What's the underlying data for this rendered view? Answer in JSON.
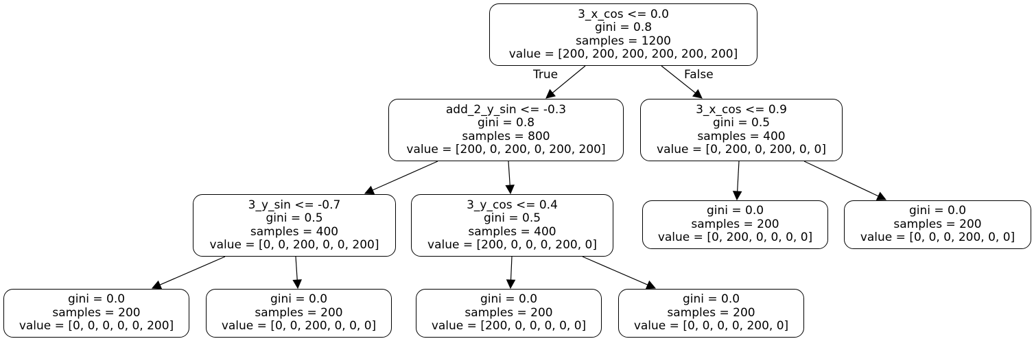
{
  "tree": {
    "nodes": [
      {
        "id": "n0",
        "lines": [
          "3_x_cos <= 0.0",
          "gini = 0.8",
          "samples = 1200",
          "value = [200, 200, 200, 200, 200, 200]"
        ]
      },
      {
        "id": "n1",
        "lines": [
          "add_2_y_sin <= -0.3",
          "gini = 0.8",
          "samples = 800",
          "value = [200, 0, 200, 0, 200, 200]"
        ]
      },
      {
        "id": "n2",
        "lines": [
          "3_x_cos <= 0.9",
          "gini = 0.5",
          "samples = 400",
          "value = [0, 200, 0, 200, 0, 0]"
        ]
      },
      {
        "id": "n3",
        "lines": [
          "3_y_sin <= -0.7",
          "gini = 0.5",
          "samples = 400",
          "value = [0, 0, 200, 0, 0, 200]"
        ]
      },
      {
        "id": "n4",
        "lines": [
          "3_y_cos <= 0.4",
          "gini = 0.5",
          "samples = 400",
          "value = [200, 0, 0, 0, 200, 0]"
        ]
      },
      {
        "id": "n5",
        "lines": [
          "gini = 0.0",
          "samples = 200",
          "value = [0, 200, 0, 0, 0, 0]"
        ]
      },
      {
        "id": "n6",
        "lines": [
          "gini = 0.0",
          "samples = 200",
          "value = [0, 0, 0, 200, 0, 0]"
        ]
      },
      {
        "id": "n7",
        "lines": [
          "gini = 0.0",
          "samples = 200",
          "value = [0, 0, 0, 0, 0, 200]"
        ]
      },
      {
        "id": "n8",
        "lines": [
          "gini = 0.0",
          "samples = 200",
          "value = [0, 0, 200, 0, 0, 0]"
        ]
      },
      {
        "id": "n9",
        "lines": [
          "gini = 0.0",
          "samples = 200",
          "value = [200, 0, 0, 0, 0, 0]"
        ]
      },
      {
        "id": "n10",
        "lines": [
          "gini = 0.0",
          "samples = 200",
          "value = [0, 0, 0, 0, 200, 0]"
        ]
      }
    ],
    "edges": [
      {
        "from": "n0",
        "to": "n1",
        "label": "True"
      },
      {
        "from": "n0",
        "to": "n2",
        "label": "False"
      },
      {
        "from": "n1",
        "to": "n3"
      },
      {
        "from": "n1",
        "to": "n4"
      },
      {
        "from": "n2",
        "to": "n5"
      },
      {
        "from": "n2",
        "to": "n6"
      },
      {
        "from": "n3",
        "to": "n7"
      },
      {
        "from": "n3",
        "to": "n8"
      },
      {
        "from": "n4",
        "to": "n9"
      },
      {
        "from": "n4",
        "to": "n10"
      }
    ]
  }
}
